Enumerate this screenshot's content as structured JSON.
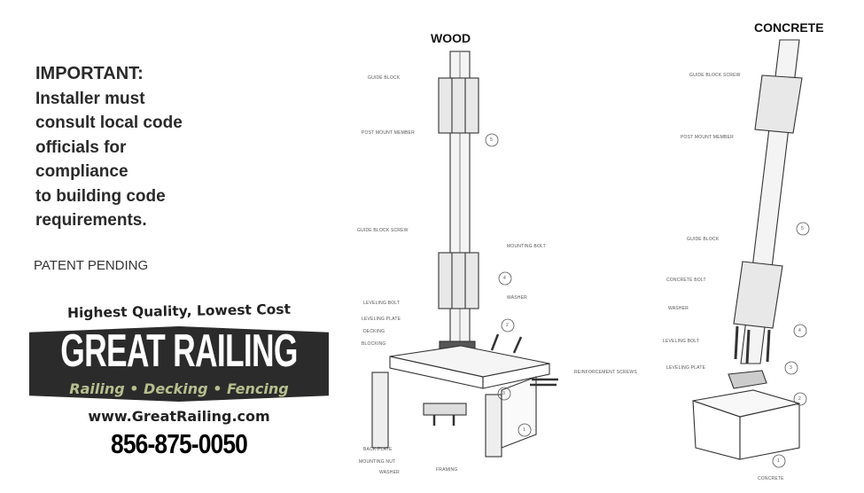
{
  "notice": {
    "heading": "IMPORTANT:",
    "lines": [
      "Installer must",
      "consult local code",
      "officials for",
      "compliance",
      "to building code",
      "requirements."
    ]
  },
  "patent": "PATENT PENDING",
  "logo": {
    "tagline": "Highest Quality, Lowest Cost",
    "brand": "GREAT RAILING",
    "services": "Railing • Decking • Fencing",
    "url": "www.GreatRailing.com",
    "phone": "856-875-0050",
    "colors": {
      "banner": "#2b2b2b",
      "services": "#b6bf8e"
    }
  },
  "wood": {
    "title": "WOOD",
    "labels": [
      "GUIDE BLOCK",
      "POST MOUNT MEMBER",
      "GUIDE BLOCK SCREW",
      "MOUNTING BOLT",
      "LEVELING BOLT",
      "WASHER",
      "LEVELING PLATE",
      "DECKING",
      "BLOCKING",
      "REINFORCEMENT SCREWS",
      "BACK PLATE",
      "MOUNTING NUT",
      "WASHER",
      "FRAMING"
    ],
    "callouts": [
      "5",
      "4",
      "2",
      "3",
      "1"
    ]
  },
  "concrete": {
    "title": "CONCRETE",
    "labels": [
      "GUIDE BLOCK SCREW",
      "POST MOUNT MEMBER",
      "GUIDE BLOCK",
      "CONCRETE BOLT",
      "WASHER",
      "LEVELING BOLT",
      "LEVELING PLATE",
      "CONCRETE"
    ],
    "callouts": [
      "5",
      "4",
      "3",
      "2",
      "1"
    ]
  }
}
